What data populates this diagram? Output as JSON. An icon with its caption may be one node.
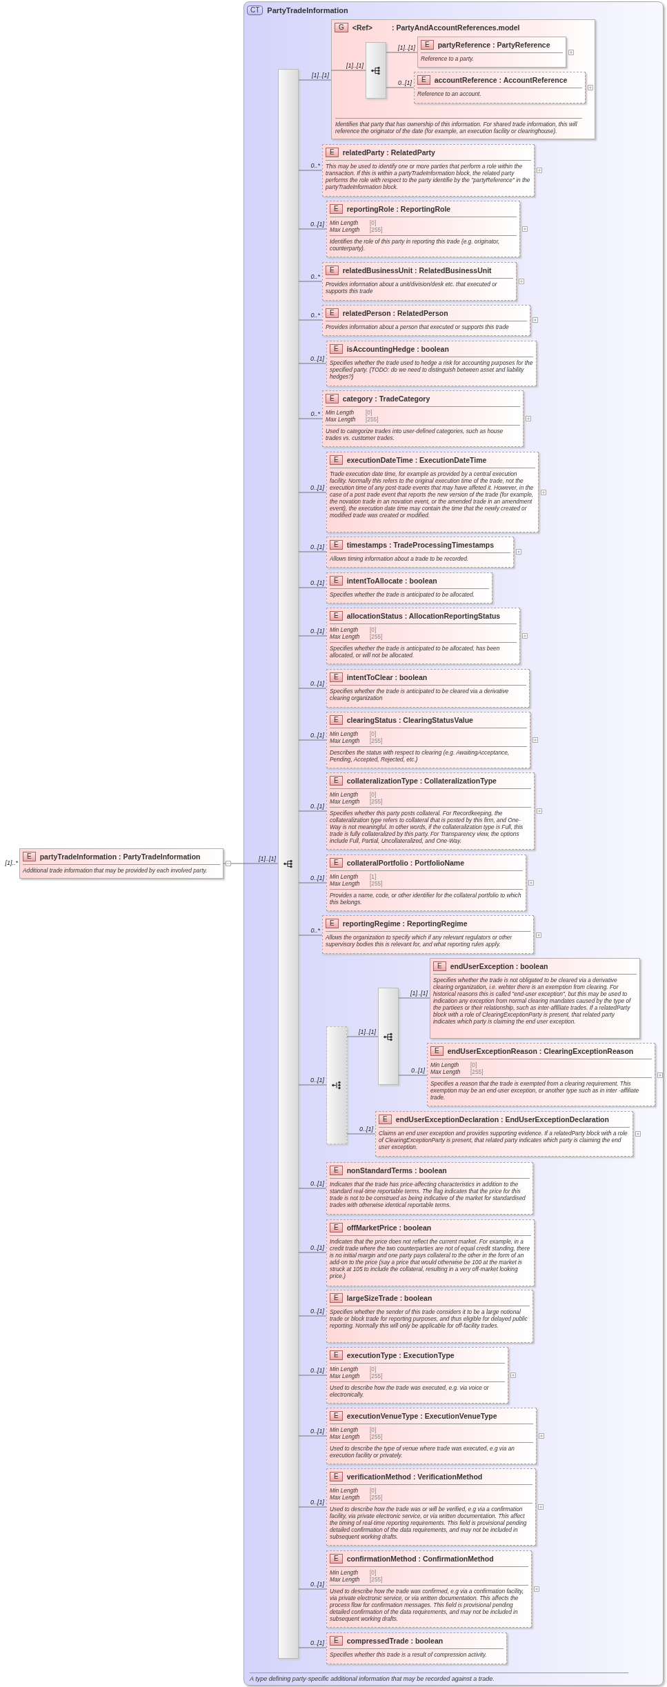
{
  "diagram": {
    "nodes": [
      {
        "text": [
          "E",
          "partyTradeInformation : PartyTradeInformation",
          "Additional trade information that may be provided by each involved party."
        ],
        "beside": [
          "[1]..*"
        ]
      },
      {
        "text": [
          "CT",
          "PartyTradeInformation",
          "A type defining party-specific additional information that may be recorded against a trade."
        ]
      },
      {
        "text": [],
        "shape": "bar",
        "in": 1
      },
      {
        "text": [
          "G",
          "<Ref>",
          ": PartyAndAccountReferences.model",
          "Identifies that party that has ownership of this information. For shared trade information, this will reference the originator of the date (for example, an execution facility or clearinghouse)."
        ],
        "in": 1
      },
      {
        "text": [],
        "shape": "bar",
        "in": 3
      },
      {
        "text": [
          "E",
          "partyReference : PartyReference",
          "Reference to a party."
        ],
        "in": 3
      },
      {
        "text": [
          "E",
          "accountReference : AccountReference",
          "Reference to an account."
        ],
        "in": 3
      },
      {
        "text": [
          "E",
          "relatedParty : RelatedParty",
          "This may be used to identify one or more parties that perform a role within the transaction. If this is within a partyTradeInformation block, the related party performs the role with respect to the party identifie by the \"partyReference\" in the partyTradeInformation block."
        ],
        "in": 1
      },
      {
        "text": [
          "E",
          "reportingRole : ReportingRole",
          "Min Length",
          "[0]",
          "Max Length",
          "[255]",
          "Identifies the role of this party in reporting this trade (e.g. originator, counterparty)."
        ],
        "in": 1
      },
      {
        "text": [
          "E",
          "relatedBusinessUnit : RelatedBusinessUnit",
          "Provides information about a unit/division/desk etc. that executed or supports this trade"
        ],
        "in": 1
      },
      {
        "text": [
          "E",
          "relatedPerson : RelatedPerson",
          "Provides information about a person that executed or supports this trade"
        ],
        "in": 1
      },
      {
        "text": [
          "E",
          "isAccountingHedge : boolean",
          "Specifies whether the trade used to hedge a risk for accounting purposes for the specified party. (TODO: do we need to distinguish between asset and liability hedges?)"
        ],
        "in": 1
      },
      {
        "text": [
          "E",
          "category : TradeCategory",
          "Min Length",
          "[0]",
          "Max Length",
          "[255]",
          "Used to categorize trades into user-defined categories, such as house trades vs. customer trades."
        ],
        "in": 1
      },
      {
        "text": [
          "E",
          "executionDateTime : ExecutionDateTime",
          "Trade execution date time, for example as provided by a central execution facility. Normally this refers to the original execution time of the trade, not the execution time of any post-trade events that may have affeted it. However, in the case of a post trade event that reports the new version of the trade (for example, the novation trade in an novation event, or the amended trade in an amendment event), the execution date time may contain the time that the newly created or modified trade was created or modified."
        ],
        "in": 1
      },
      {
        "text": [
          "E",
          "timestamps : TradeProcessingTimestamps",
          "Allows timing information about a trade to be recorded."
        ],
        "in": 1
      },
      {
        "text": [
          "E",
          "intentToAllocate : boolean",
          "Specifies whether the trade is anticipated to be allocated."
        ],
        "in": 1
      },
      {
        "text": [
          "E",
          "allocationStatus : AllocationReportingStatus",
          "Min Length",
          "[0]",
          "Max Length",
          "[255]",
          "Specifies whether the trade is anticipated to be allocated, has been allocated, or will not be allocated."
        ],
        "in": 1
      },
      {
        "text": [
          "E",
          "intentToClear : boolean",
          "Specifies whether the trade is anticipated to be cleared via a derivative clearing organization"
        ],
        "in": 1
      },
      {
        "text": [
          "E",
          "clearingStatus : ClearingStatusValue",
          "Min Length",
          "[0]",
          "Max Length",
          "[255]",
          "Describes the status with respect to clearing (e.g. AwaitingAcceptance, Pending, Accepted, Rejected, etc.)"
        ],
        "in": 1
      },
      {
        "text": [
          "E",
          "collateralizationType : CollateralizationType",
          "Min Length",
          "[0]",
          "Max Length",
          "[255]",
          "Specifies whether this party posts collateral. For Recordkeeping, the collateralization type refers to collateral that is posted by this firm, and One-Way is not meaningful. In other words, if the collateralization type is Full, this trade is fully collateralized by this party. For Transparency view, the options include Full, Partial, Uncollateralized, and One-Way."
        ],
        "in": 1
      },
      {
        "text": [
          "E",
          "collateralPortfolio : PortfolioName",
          "Min Length",
          "[1]",
          "Max Length",
          "[255]",
          "Provides a name, code, or other identifier for the collateral portfolio to which this belongs."
        ],
        "in": 1
      },
      {
        "text": [
          "E",
          "reportingRegime : ReportingRegime",
          "Allows the organization to specify which if any relevant regulators or other supervisory bodies this is relevant for, and what reporting rules apply."
        ],
        "in": 1
      },
      {
        "text": [],
        "shape": "bar",
        "in": 1
      },
      {
        "text": [],
        "shape": "bar",
        "in": 1
      },
      {
        "text": [
          "E",
          "endUserException : boolean",
          "Specifies whether the trade is not obligated to be cleared via a derivative clearing organization, i.e. wehter there is an exemption from clearing. For historical reasons this is called \"end-user exception\", but this may be used to indication any exception from normal clearing mandates caused by the type of the partiees or their relationship, such as inter-affiliate trades. If a relatedParty block with a role of ClearingExceptionParty is present, that related party indicates which party is claiming the end user exception."
        ],
        "in": 1
      },
      {
        "text": [
          "E",
          "endUserExceptionReason : ClearingExceptionReason",
          "Min Length",
          "[0]",
          "Max Length",
          "[255]",
          "Specifies a reason that the trade is exempted from a clearing requirement. This exemption may be an end-user exception, or another type such as in inter -affiliate trade."
        ],
        "in": 1
      },
      {
        "text": [
          "E",
          "endUserExceptionDeclaration : EndUserExceptionDeclaration",
          "Claims an end user exception and provides supporting evidence. If a relatedParty block with a role of ClearingExceptionParty is present, that related party indicates which party is claiming the end user exception."
        ],
        "in": 1
      },
      {
        "text": [
          "E",
          "nonStandardTerms : boolean",
          "Indicates that the trade has price-affecting characteristics in addition to the standard real-time reportable terms. The flag indicates that the price for this trade is not to be construed as being indicative of the market for standardised trades with otherwise identical reportable terms."
        ],
        "in": 1
      },
      {
        "text": [
          "E",
          "offMarketPrice : boolean",
          "Indicates that the price does not reflect the current market. For example, in a credit trade where the two counterparties are not of equal credit standing, there is no initial margin and one party pays collateral to the other in the form of an add-on to the price (say a price that would otherwise be 100 at the market is struck at 105 to include the collateral, resulting in a very off-market looking price.)"
        ],
        "in": 1
      },
      {
        "text": [
          "E",
          "largeSizeTrade : boolean",
          "Specifies whether the sender of this trade considers it to be a large notional trade or block trade for reporting purposes, and thus eligible for delayed public reporting. Normally this will only be applicable for off-facility trades."
        ],
        "in": 1
      },
      {
        "text": [
          "E",
          "executionType : ExecutionType",
          "Min Length",
          "[0]",
          "Max Length",
          "[255]",
          "Used to describe how the trade was executed, e.g. via voice or electronically."
        ],
        "in": 1
      },
      {
        "text": [
          "E",
          "executionVenueType : ExecutionVenueType",
          "Min Length",
          "[0]",
          "Max Length",
          "[255]",
          "Used to describe the type of venue where trade was executed, e.g via an execution facility or privately."
        ],
        "in": 1
      },
      {
        "text": [
          "E",
          "verificationMethod : VerificationMethod",
          "Min Length",
          "[0]",
          "Max Length",
          "[255]",
          "Used to describe how the trade was or will be verified, e.g via a confirmation facility, via private electronic service, or via written documentation. This affect the timing of real-time reporting requirements. This field is provisional pending detailed confirmation of the data requirements, and may not be included in subsequent working drafts."
        ],
        "in": 1
      },
      {
        "text": [
          "E",
          "confirmationMethod : ConfirmationMethod",
          "Min Length",
          "[0]",
          "Max Length",
          "[255]",
          "Used to describe how the trade was confirmed, e.g via a confirmation facility, via private electronic service, or via written documentation. This affects the process flow for confirmation messages. This field is provisional pending detailed confirmation of the data requirements, and may not be included in subsequent working drafts."
        ],
        "in": 1
      },
      {
        "text": [
          "E",
          "compressedTrade : boolean",
          "Specifies whether this trade is a result of compression activity."
        ],
        "in": 1
      }
    ],
    "edges": [
      {
        "from": 0,
        "to": 2,
        "arrow": "none",
        "label": "[1]..[1]"
      },
      {
        "from": 2,
        "to": 3,
        "arrow": "none",
        "label": "[1]..[1]"
      },
      {
        "from": 3,
        "to": 4,
        "arrow": "none",
        "label": "[1]..[1]"
      },
      {
        "from": 4,
        "to": 5,
        "arrow": "none",
        "label": "[1]..[1]"
      },
      {
        "from": 4,
        "to": 6,
        "arrow": "none",
        "label": "0..[1]"
      },
      {
        "from": 2,
        "to": 7,
        "arrow": "none",
        "label": "0..*"
      },
      {
        "from": 2,
        "to": 8,
        "arrow": "none",
        "label": "0..[1]"
      },
      {
        "from": 2,
        "to": 9,
        "arrow": "none",
        "label": "0..*"
      },
      {
        "from": 2,
        "to": 10,
        "arrow": "none",
        "label": "0..*"
      },
      {
        "from": 2,
        "to": 11,
        "arrow": "none",
        "label": "0..[1]"
      },
      {
        "from": 2,
        "to": 12,
        "arrow": "none",
        "label": "0..*"
      },
      {
        "from": 2,
        "to": 13,
        "arrow": "none",
        "label": "0..[1]"
      },
      {
        "from": 2,
        "to": 14,
        "arrow": "none",
        "label": "0..[1]"
      },
      {
        "from": 2,
        "to": 15,
        "arrow": "none",
        "label": "0..[1]"
      },
      {
        "from": 2,
        "to": 16,
        "arrow": "none",
        "label": "0..[1]"
      },
      {
        "from": 2,
        "to": 17,
        "arrow": "none",
        "label": "0..[1]"
      },
      {
        "from": 2,
        "to": 18,
        "arrow": "none",
        "label": "0..[1]"
      },
      {
        "from": 2,
        "to": 19,
        "arrow": "none",
        "label": "0..[1]"
      },
      {
        "from": 2,
        "to": 20,
        "arrow": "none",
        "label": "0..[1]"
      },
      {
        "from": 2,
        "to": 21,
        "arrow": "none",
        "label": "0..*"
      },
      {
        "from": 2,
        "to": 22,
        "arrow": "none",
        "label": "0..[1]"
      },
      {
        "from": 22,
        "to": 23,
        "arrow": "none",
        "label": "[1]..[1]"
      },
      {
        "from": 23,
        "to": 24,
        "arrow": "none",
        "label": "[1]..[1]"
      },
      {
        "from": 23,
        "to": 25,
        "arrow": "none",
        "label": "0..[1]"
      },
      {
        "from": 22,
        "to": 26,
        "arrow": "none",
        "label": "0..[1]"
      },
      {
        "from": 2,
        "to": 27,
        "arrow": "none",
        "label": "0..[1]"
      },
      {
        "from": 2,
        "to": 28,
        "arrow": "none",
        "label": "0..[1]"
      },
      {
        "from": 2,
        "to": 29,
        "arrow": "none",
        "label": "0..[1]"
      },
      {
        "from": 2,
        "to": 30,
        "arrow": "none",
        "label": "0..[1]"
      },
      {
        "from": 2,
        "to": 31,
        "arrow": "none",
        "label": "0..[1]"
      },
      {
        "from": 2,
        "to": 32,
        "arrow": "none",
        "label": "0..[1]"
      },
      {
        "from": 2,
        "to": 33,
        "arrow": "none",
        "label": "0..[1]"
      },
      {
        "from": 2,
        "to": 34,
        "arrow": "none",
        "label": "0..[1]"
      }
    ]
  }
}
